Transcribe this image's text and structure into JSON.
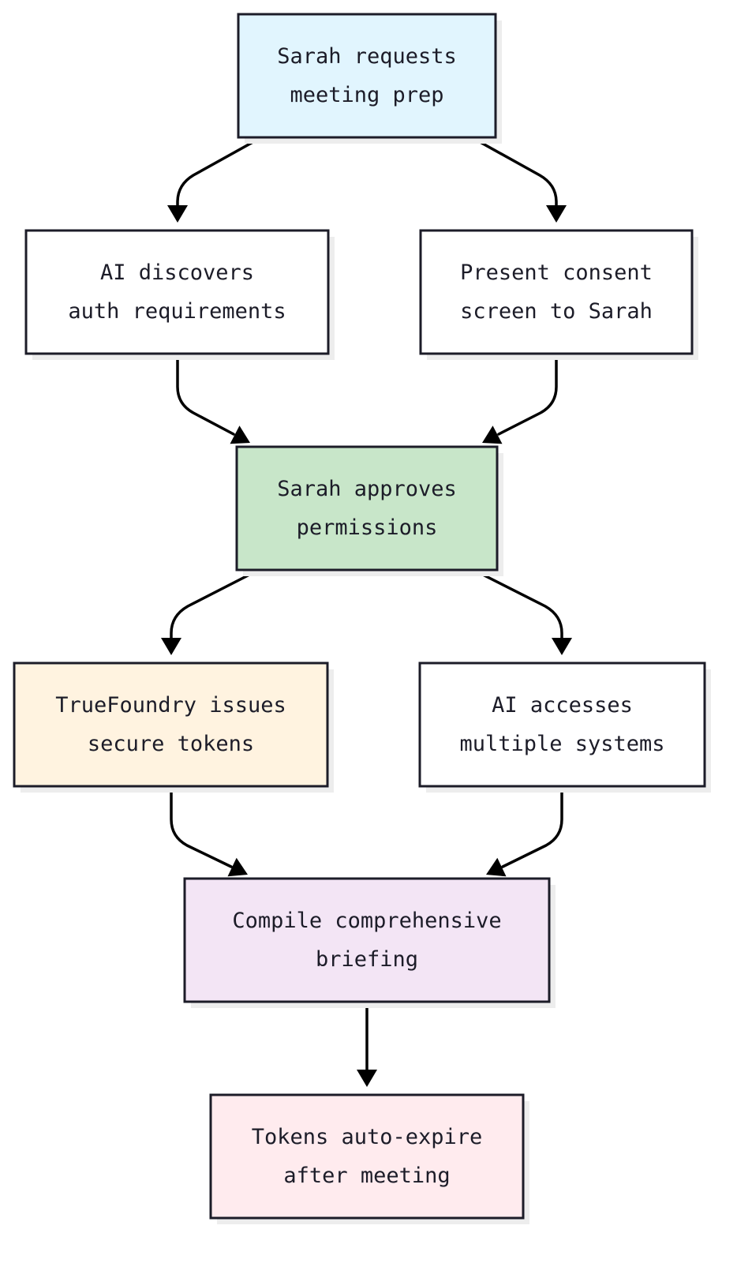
{
  "diagram": {
    "nodes": [
      {
        "id": "request",
        "lines": [
          "Sarah requests",
          "meeting prep"
        ],
        "fill": "#e1f5fe"
      },
      {
        "id": "discover",
        "lines": [
          "AI discovers",
          "auth requirements"
        ],
        "fill": "#ffffff"
      },
      {
        "id": "consent",
        "lines": [
          "Present consent",
          "screen to Sarah"
        ],
        "fill": "#ffffff"
      },
      {
        "id": "approve",
        "lines": [
          "Sarah approves",
          "permissions"
        ],
        "fill": "#c8e6c9"
      },
      {
        "id": "tokens",
        "lines": [
          "TrueFoundry issues",
          "secure tokens"
        ],
        "fill": "#fff3e0"
      },
      {
        "id": "access",
        "lines": [
          "AI accesses",
          "multiple systems"
        ],
        "fill": "#ffffff"
      },
      {
        "id": "compile",
        "lines": [
          "Compile comprehensive",
          "briefing"
        ],
        "fill": "#f3e5f5"
      },
      {
        "id": "expire",
        "lines": [
          "Tokens auto-expire",
          "after meeting"
        ],
        "fill": "#ffebee"
      }
    ],
    "edges": [
      {
        "from": "request",
        "to": "discover"
      },
      {
        "from": "request",
        "to": "consent"
      },
      {
        "from": "discover",
        "to": "approve"
      },
      {
        "from": "consent",
        "to": "approve"
      },
      {
        "from": "approve",
        "to": "tokens"
      },
      {
        "from": "approve",
        "to": "access"
      },
      {
        "from": "tokens",
        "to": "compile"
      },
      {
        "from": "access",
        "to": "compile"
      },
      {
        "from": "compile",
        "to": "expire"
      }
    ],
    "colors": {
      "border": "#1c1c28",
      "arrow": "#000000",
      "text": "#1c1c28"
    }
  }
}
